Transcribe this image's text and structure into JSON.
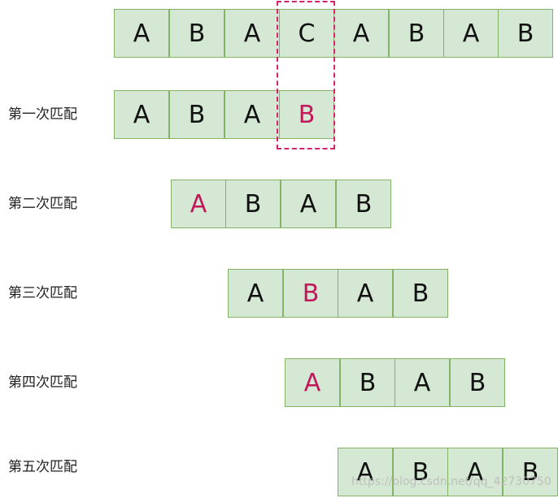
{
  "main_row": {
    "cells": [
      "A",
      "B",
      "A",
      "C",
      "A",
      "B",
      "A",
      "B"
    ]
  },
  "attempts": [
    {
      "label": "第一次匹配",
      "cells": [
        "A",
        "B",
        "A",
        "B"
      ],
      "highlight_index": 3
    },
    {
      "label": "第二次匹配",
      "cells": [
        "A",
        "B",
        "A",
        "B"
      ],
      "highlight_index": 0
    },
    {
      "label": "第三次匹配",
      "cells": [
        "A",
        "B",
        "A",
        "B"
      ],
      "highlight_index": 1
    },
    {
      "label": "第四次匹配",
      "cells": [
        "A",
        "B",
        "A",
        "B"
      ],
      "highlight_index": 0
    },
    {
      "label": "第五次匹配",
      "cells": [
        "A",
        "B",
        "A",
        "B"
      ],
      "highlight_index": null
    }
  ],
  "watermark": "https://blog.csdn.net/qq_42730750",
  "colors": {
    "cell_fill": "#d5e8d4",
    "cell_border": "#82b366",
    "highlight_text": "#c2185b",
    "dash_border": "#d4246e"
  }
}
